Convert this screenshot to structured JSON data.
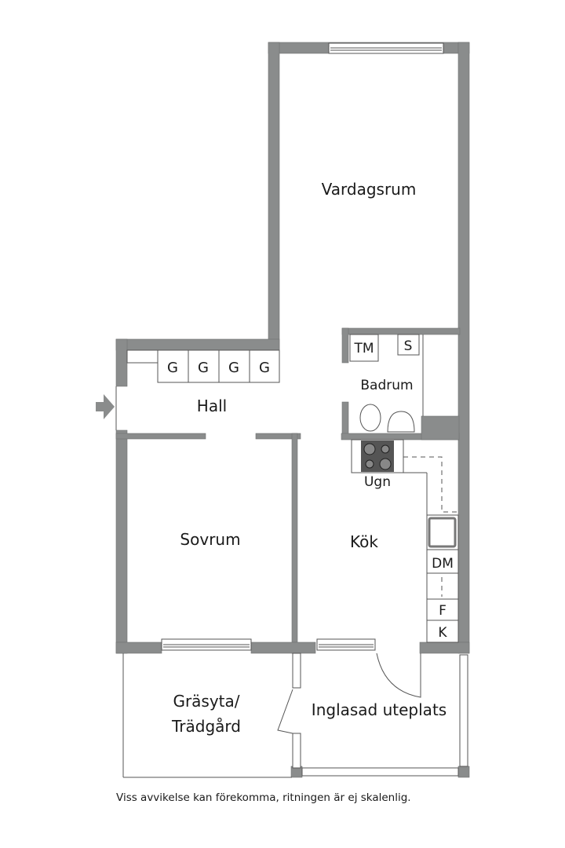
{
  "plan": {
    "wall_color": "#8a8c8c",
    "line_color": "#555555",
    "rooms": {
      "vardagsrum": "Vardagsrum",
      "hall": "Hall",
      "badrum": "Badrum",
      "sovrum": "Sovrum",
      "kok": "Kök",
      "grasyta_line1": "Gräsyta/",
      "grasyta_line2": "Trädgård",
      "uteplats": "Inglasad uteplats"
    },
    "fixtures": {
      "wardrobes": [
        "G",
        "G",
        "G",
        "G"
      ],
      "washing_machine": "TM",
      "cabinet": "S",
      "oven": "Ugn",
      "dishwasher": "DM",
      "freezer": "F",
      "fridge": "K"
    },
    "entrance_icon": "entrance-arrow-icon"
  },
  "footer": {
    "disclaimer": "Viss avvikelse kan förekomma, ritningen är ej skalenlig."
  }
}
